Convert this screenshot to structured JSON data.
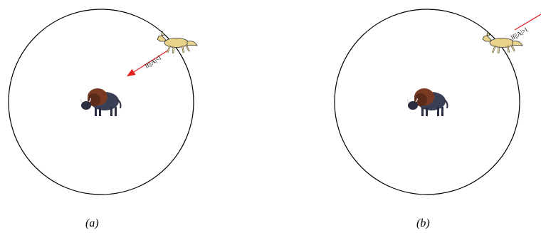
{
  "panels": [
    {
      "caption": "(a)",
      "vector_label": "lf||A|<l",
      "vector_color": "#e02020",
      "wolf_color": "#e8d28a",
      "bison_color": "#6b3a2a"
    },
    {
      "caption": "(b)",
      "vector_label": "lf||A|>l",
      "vector_color": "#e02020",
      "wolf_color": "#e8d28a",
      "bison_color": "#6b3a2a"
    }
  ]
}
